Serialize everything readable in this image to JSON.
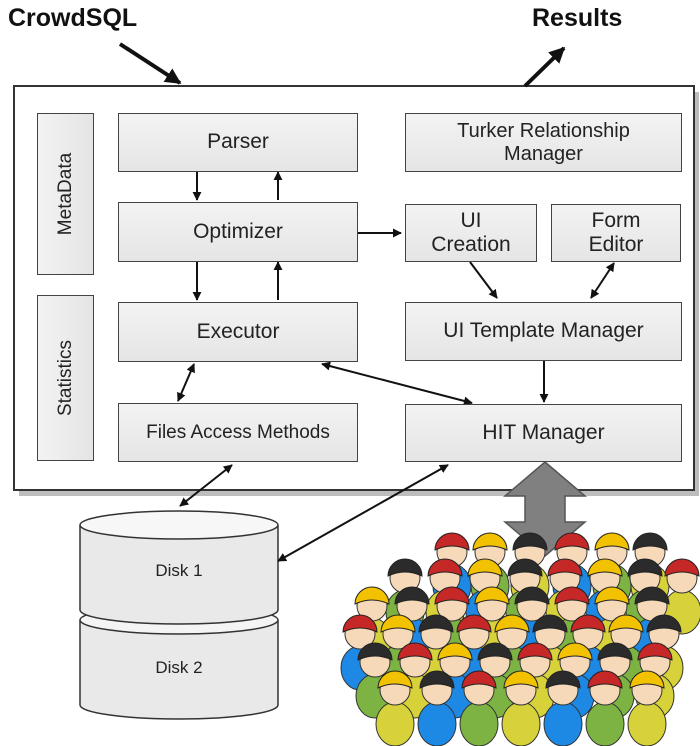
{
  "labels": {
    "input": "CrowdSQL",
    "output": "Results"
  },
  "sidebar": {
    "metadata": "MetaData",
    "statistics": "Statistics"
  },
  "boxes": {
    "parser": "Parser",
    "optimizer": "Optimizer",
    "executor": "Executor",
    "files_access": "Files Access Methods",
    "turker_line1": "Turker Relationship",
    "turker_line2": "Manager",
    "ui_creation_line1": "UI",
    "ui_creation_line2": "Creation",
    "form_editor_line1": "Form",
    "form_editor_line2": "Editor",
    "ui_template": "UI Template Manager",
    "hit_manager": "HIT Manager"
  },
  "disks": [
    "Disk 1",
    "Disk 2"
  ],
  "colors": {
    "box_border": "#444444",
    "box_fill": "#ececec",
    "crowd_red": "#c62828",
    "crowd_yellow": "#f2c200",
    "crowd_black": "#2b2b2b",
    "shirt_blue": "#1e88e5",
    "shirt_green": "#7cb342",
    "shirt_yellow": "#d7d23a",
    "big_arrow": "#808080"
  }
}
